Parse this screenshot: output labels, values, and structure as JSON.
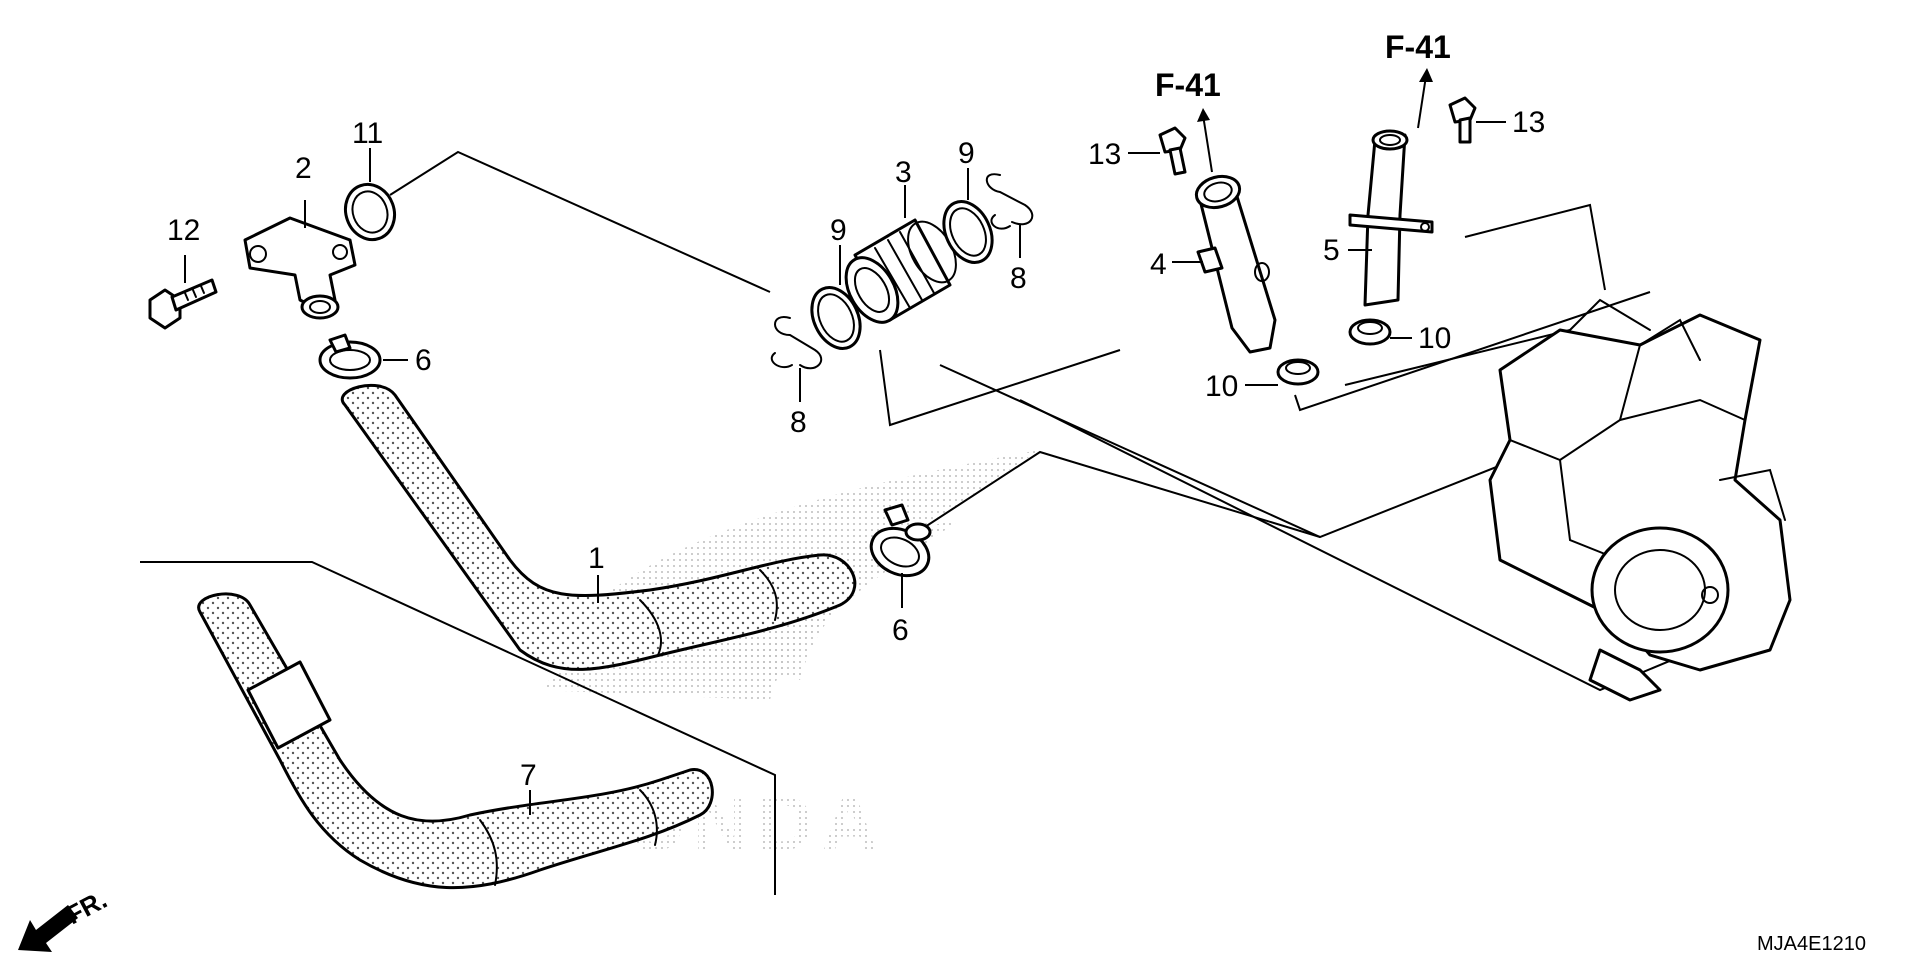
{
  "diagram": {
    "drawing_code": "MJA4E1210",
    "front_indicator": "FR.",
    "watermark": "HONDA",
    "references": {
      "ref_left": "F-41",
      "ref_right": "F-41"
    },
    "callouts": {
      "c1": "1",
      "c2": "2",
      "c3": "3",
      "c4": "4",
      "c5": "5",
      "c6a": "6",
      "c6b": "6",
      "c7": "7",
      "c8a": "8",
      "c8b": "8",
      "c9a": "9",
      "c9b": "9",
      "c10a": "10",
      "c10b": "10",
      "c11": "11",
      "c12": "12",
      "c13a": "13",
      "c13b": "13"
    }
  }
}
